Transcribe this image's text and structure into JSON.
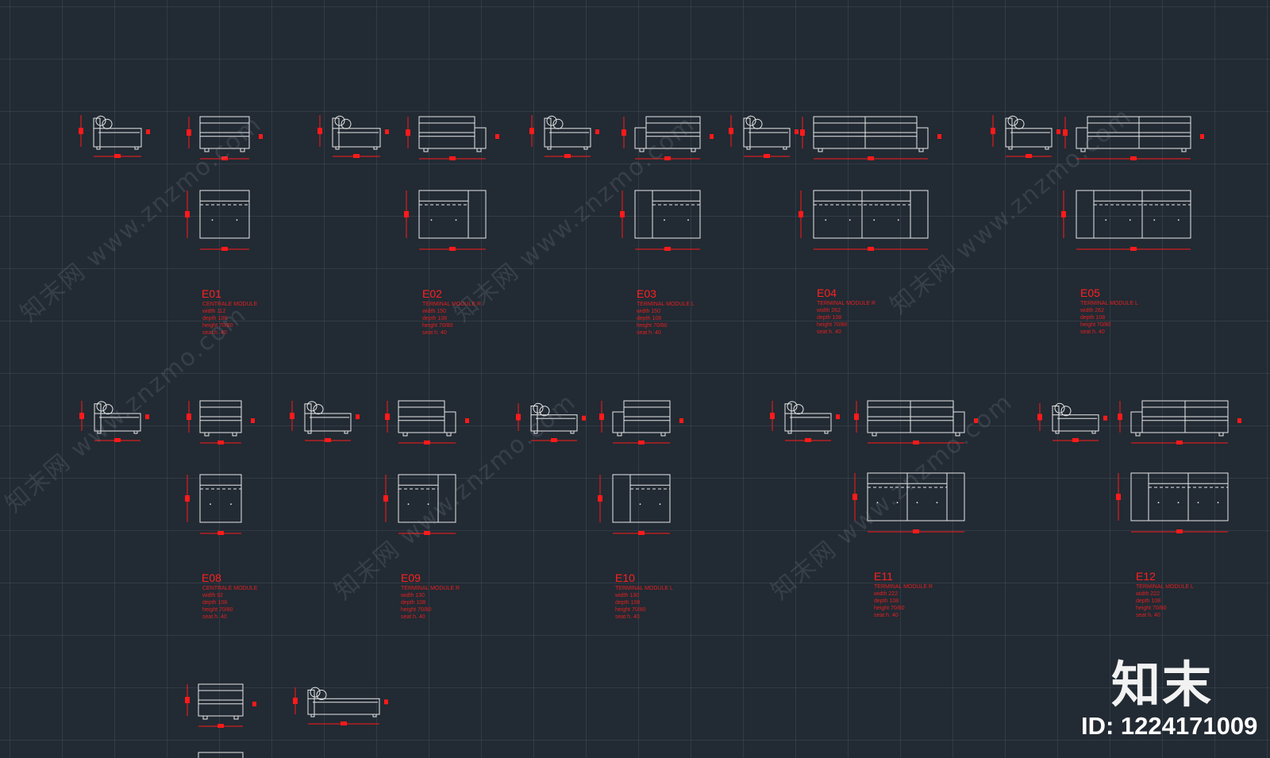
{
  "modules": [
    {
      "code": "E01",
      "spec": [
        "CENTRALE MODULE",
        "width 112",
        "depth 108",
        "height 70/80",
        "seat h. 40"
      ]
    },
    {
      "code": "E02",
      "spec": [
        "TERMINAL MODULE R",
        "width 150",
        "depth 108",
        "height 70/80",
        "seat h. 40"
      ]
    },
    {
      "code": "E03",
      "spec": [
        "TERMINAL MODULE L",
        "width 150",
        "depth 108",
        "height 70/80",
        "seat h. 40"
      ]
    },
    {
      "code": "E04",
      "spec": [
        "TERMINAL MODULE R",
        "width 262",
        "depth 108",
        "height 70/80",
        "seat h. 40"
      ]
    },
    {
      "code": "E05",
      "spec": [
        "TERMINAL MODULE L",
        "width 262",
        "depth 108",
        "height 70/80",
        "seat h. 40"
      ]
    },
    {
      "code": "E08",
      "spec": [
        "CENTRALE MODULE",
        "width 92",
        "depth 108",
        "height 70/80",
        "seat h. 40"
      ]
    },
    {
      "code": "E09",
      "spec": [
        "TERMINAL MODULE R",
        "width 130",
        "depth 108",
        "height 70/80",
        "seat h. 40"
      ]
    },
    {
      "code": "E10",
      "spec": [
        "TERMINAL MODULE L",
        "width 130",
        "depth 108",
        "height 70/80",
        "seat h. 40"
      ]
    },
    {
      "code": "E11",
      "spec": [
        "TERMINAL MODULE R",
        "width 222",
        "depth 108",
        "height 70/80",
        "seat h. 40"
      ]
    },
    {
      "code": "E12",
      "spec": [
        "TERMINAL MODULE L",
        "width 222",
        "depth 108",
        "height 70/80",
        "seat h. 40"
      ]
    }
  ],
  "watermark": {
    "text": "知末网 www.znzmo.com",
    "logo": "知末",
    "id": "ID: 1224171009"
  },
  "colors": {
    "background": "#222a33",
    "grid": "#38424d",
    "line": "#e8e8e8",
    "dimension": "#ff1a1a",
    "watermark": "#9aa3ad"
  }
}
